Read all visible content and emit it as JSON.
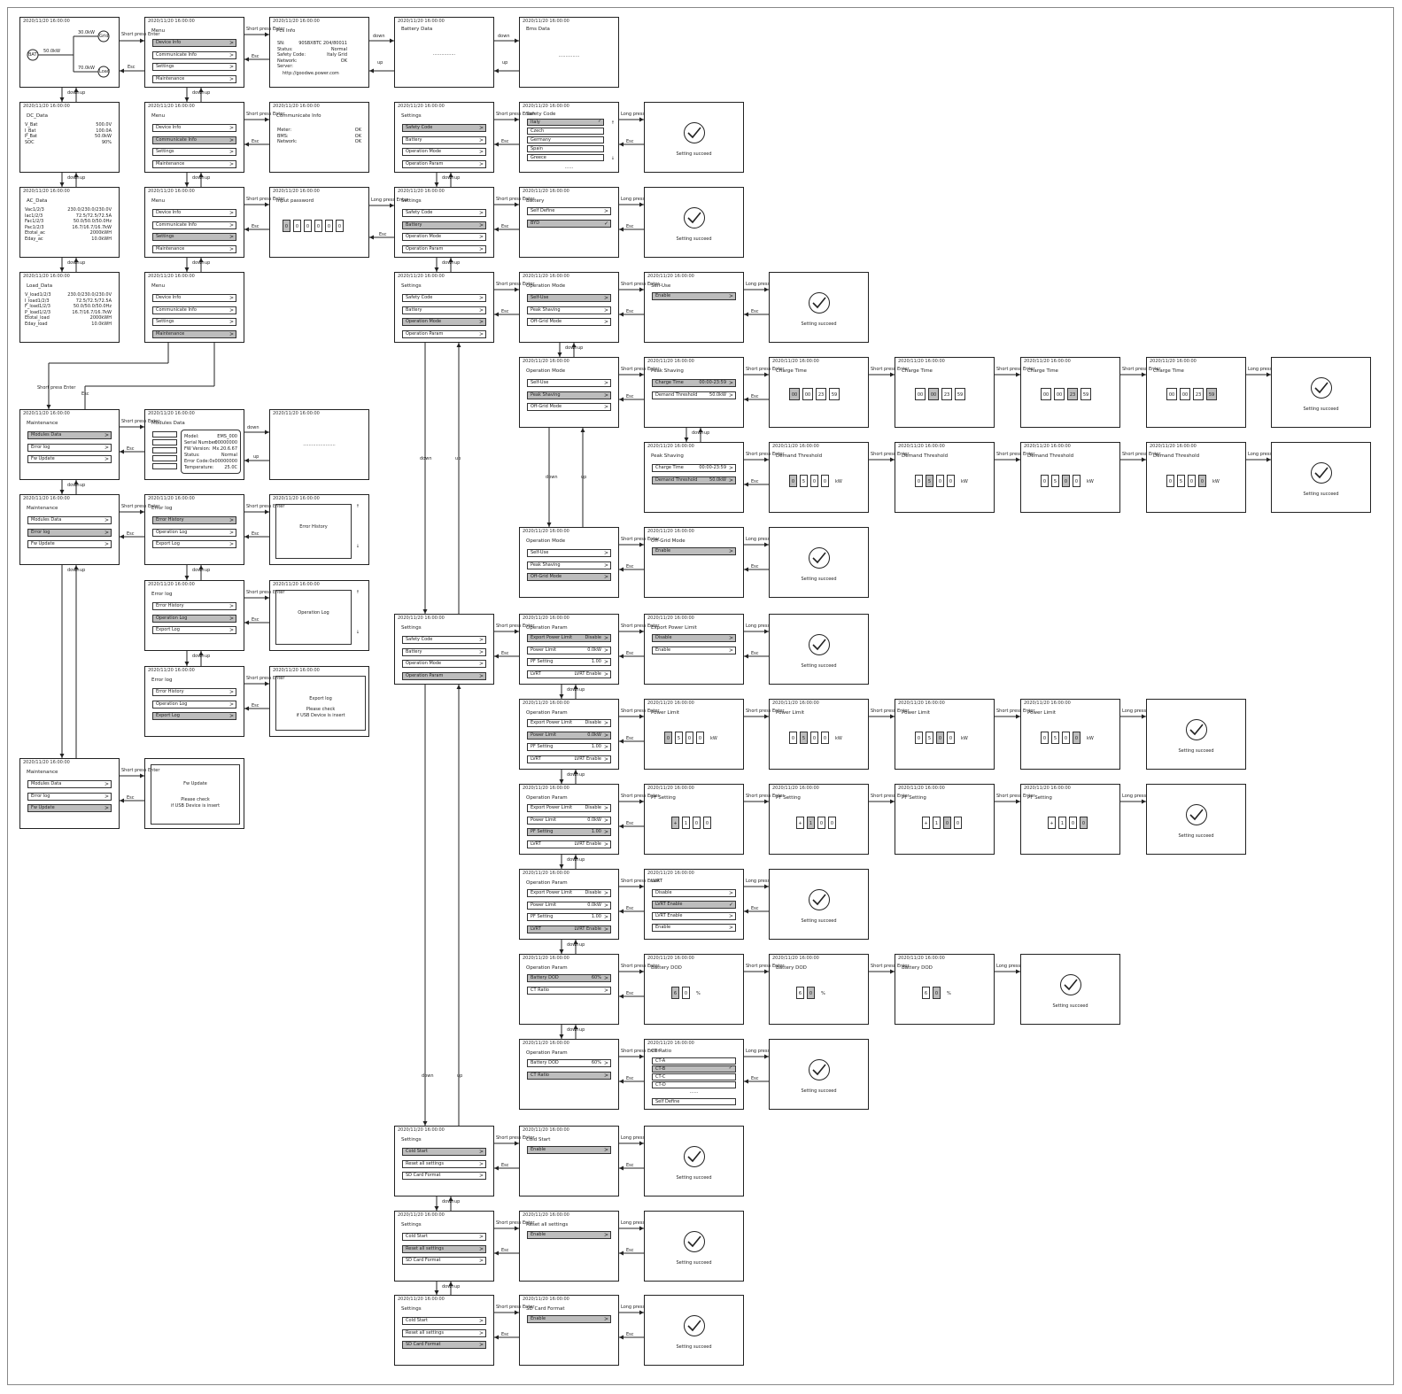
{
  "datetime": "2020/11/20 16:00:00",
  "arrows": {
    "short_press_enter": "Short press Enter",
    "long_press_enter": "Long press Enter",
    "esc": "Esc",
    "down": "down",
    "up": "up"
  },
  "menu": {
    "title": "Menu",
    "items": [
      "Device Info",
      "Communicate Info",
      "Settings",
      "Maintenance"
    ]
  },
  "home": {
    "grid_kw": "30.0kW",
    "pv_kw": "50.0kW",
    "load_kw": "70.0kW",
    "grid": "Grid",
    "bat": "BAT",
    "load": "Load"
  },
  "dc_data": {
    "title": "DC_Data",
    "rows": [
      [
        "V_Bat",
        "500.0V"
      ],
      [
        "I_Bat",
        "100.0A"
      ],
      [
        "P_Bat",
        "50.0kW"
      ],
      [
        "SOC",
        "90%"
      ]
    ]
  },
  "ac_data": {
    "title": "AC_Data",
    "rows": [
      [
        "Vac1/2/3",
        "230.0/230.0/230.0V"
      ],
      [
        "Iac1/2/3",
        "72.5/72.5/72.5A"
      ],
      [
        "Fac1/2/3",
        "50.0/50.0/50.0Hz"
      ],
      [
        "Pac1/2/3",
        "16.7/16.7/16.7kW"
      ],
      [
        "Etotal_ac",
        "2000kWH"
      ],
      [
        "Eday_ac",
        "10.0kWH"
      ]
    ]
  },
  "load_data": {
    "title": "Load_Data",
    "rows": [
      [
        "V_load1/2/3",
        "230.0/230.0/230.0V"
      ],
      [
        "I_load1/2/3",
        "72.5/72.5/72.5A"
      ],
      [
        "F_load1/2/3",
        "50.0/50.0/50.0Hz"
      ],
      [
        "P_load1/2/3",
        "16.7/16.7/16.7kW"
      ],
      [
        "Etotal_load",
        "2000kWH"
      ],
      [
        "Eday_load",
        "10.0kWH"
      ]
    ]
  },
  "pcs_info": {
    "title": "Pcs Info",
    "rows": [
      [
        "SN:",
        "90SBXBTC 204/80011"
      ],
      [
        "Status:",
        "Normal"
      ],
      [
        "Safety Code:",
        "Italy Grid"
      ],
      [
        "Network:",
        "OK"
      ],
      [
        "Server:",
        ""
      ]
    ],
    "server": "http://goodwe.power.com"
  },
  "battery_data": {
    "title": "Battery Data",
    "dots": "................"
  },
  "bms_data": {
    "title": "Bms Data",
    "dots": "..............."
  },
  "communicate_info": {
    "title": "Communicate Info",
    "rows": [
      [
        "Meter:",
        "OK"
      ],
      [
        "BMS:",
        "OK"
      ],
      [
        "Network:",
        "OK"
      ]
    ]
  },
  "password": {
    "title": "Input password",
    "digits": [
      "0",
      "0",
      "0",
      "0",
      "0",
      "0"
    ]
  },
  "settings": {
    "title": "Settings",
    "items": [
      "Safety Code",
      "Battery",
      "Operation Mode",
      "Operation Param"
    ],
    "items2": [
      "Cold Start",
      "Reset all settings",
      "SD Card Format"
    ]
  },
  "safety_code": {
    "title": "Safety Code",
    "items": [
      "Italy",
      "Czech",
      "Germany",
      "Spain",
      "Greece"
    ],
    "more": "......"
  },
  "battery": {
    "title": "Battery",
    "items": [
      "Self Define",
      "BYD"
    ]
  },
  "setting_succeed": "Setting succeed",
  "operation_mode": {
    "title": "Operation Mode",
    "items": [
      "Self-Use",
      "Peak Shaving",
      "Off-Grid Mode"
    ]
  },
  "self_use": {
    "title": "Self-Use",
    "enable": "Enable"
  },
  "off_grid": {
    "title": "Off-Grid Mode",
    "enable": "Enable"
  },
  "peak_shaving": {
    "title": "Peak Shaving",
    "charge_time_label": "Charge Time",
    "charge_time_value": "00:00-23:59",
    "demand_label": "Demand Threshold",
    "demand_value": "50.0kW"
  },
  "charge_time": {
    "title": "Charge Time",
    "digits": [
      "00",
      "00",
      "23",
      "59"
    ]
  },
  "demand_threshold": {
    "title": "Demand Threshold",
    "digits": [
      "0",
      "5",
      "0",
      "0"
    ],
    "unit": "kW"
  },
  "maintenance": {
    "title": "Maintenance",
    "items": [
      "Modules Data",
      "Error log",
      "Fw Update"
    ]
  },
  "modules_data": {
    "title": "Modules Data",
    "rows": [
      [
        "Model:",
        "EMS_000"
      ],
      [
        "Serial Number:",
        "00000000"
      ],
      [
        "FW Version:",
        "Mx.20.6.67"
      ],
      [
        "Status:",
        "Normal"
      ],
      [
        "Error Code:",
        "0x00000000"
      ],
      [
        "Temperature:",
        "25.0C"
      ]
    ],
    "dots": "......................."
  },
  "error_log": {
    "title": "Error log",
    "items": [
      "Error History",
      "Operation Log",
      "Export Log"
    ]
  },
  "error_history": {
    "title": "Error History",
    "up": "up",
    "down": "down"
  },
  "operation_log": {
    "title": "Operation Log"
  },
  "export_log": {
    "title": "Export log",
    "line1": "Please check",
    "line2": "if USB Device is insert"
  },
  "fw_update": {
    "title": "Fw Update",
    "line1": "Please check",
    "line2": "if USB Device is insert"
  },
  "operation_param": {
    "title": "Operation Param",
    "items": [
      [
        "Export Power Limit",
        "Disable"
      ],
      [
        "Power Limit",
        "0.0kW"
      ],
      [
        "PF Setting",
        "1.00"
      ],
      [
        "LVRT",
        "LVRT Enable"
      ]
    ],
    "items2": [
      [
        "Battery DOD",
        "60%"
      ],
      [
        "CT Ratio",
        ""
      ]
    ]
  },
  "export_power_limit": {
    "title": "Export Power Limit",
    "items": [
      "Disable",
      "Enable"
    ]
  },
  "power_limit": {
    "title": "Power Limit",
    "digits": [
      "0",
      "5",
      "0",
      "0"
    ],
    "unit": "kW"
  },
  "pf_setting": {
    "title": "PF Setting",
    "digits": [
      "+",
      "1",
      "0",
      "0"
    ]
  },
  "lvrt": {
    "title": "LVRT",
    "items": [
      "Disable",
      "LVRT Enable",
      "LVRT Enable",
      "Enable"
    ]
  },
  "battery_dod": {
    "title": "Battery DOD",
    "digits": [
      "6",
      "0"
    ],
    "unit": "%"
  },
  "ct_ratio": {
    "title": "CT Ratio",
    "items": [
      "CT-A",
      "CT-B",
      "CT-C",
      "CT-D"
    ],
    "more": "......",
    "self_define": "Self Define"
  },
  "cold_start": {
    "title": "Cold Start",
    "enable": "Enable"
  },
  "reset_all": {
    "title": "Reset all settings",
    "enable": "Enable"
  },
  "sd_format": {
    "title": "SD Card Format",
    "enable": "Enable"
  }
}
